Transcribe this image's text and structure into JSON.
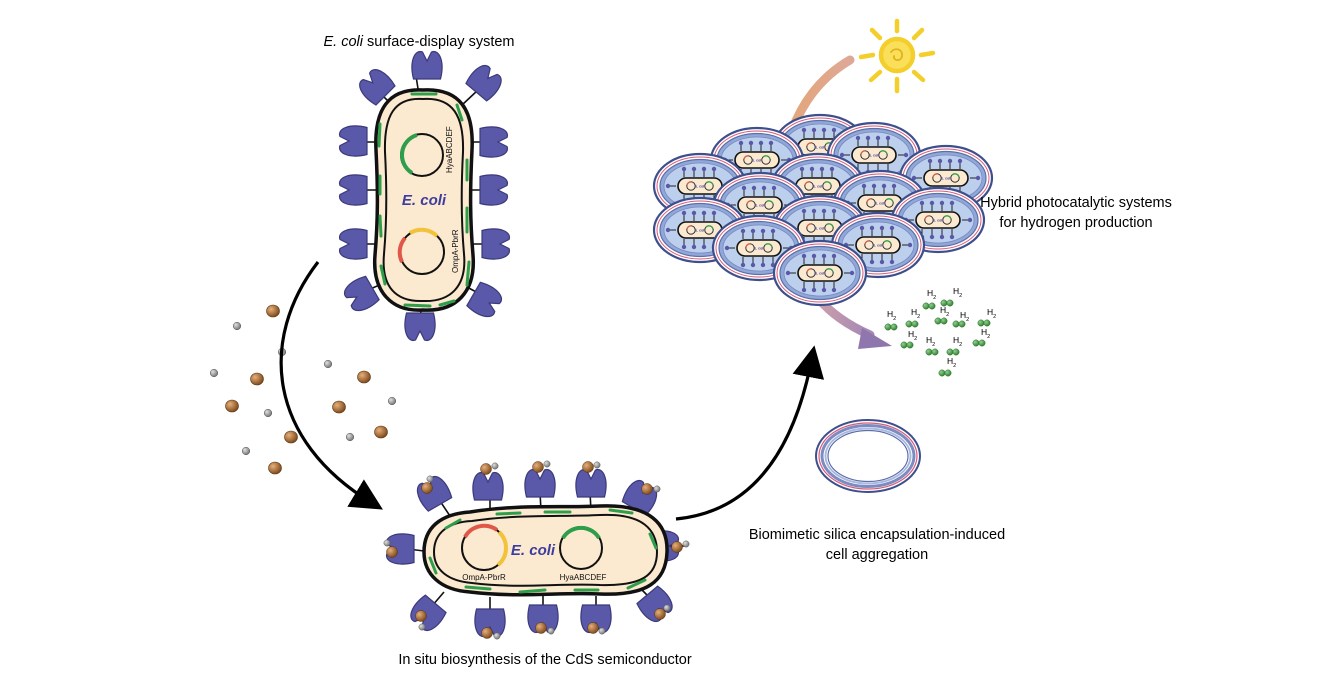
{
  "labels": {
    "top_title_italic": "E. coli",
    "top_title_rest": " surface-display system",
    "bottom_caption": "In situ biosynthesis of the CdS semiconductor",
    "hybrid_line1": "Hybrid photocatalytic systems",
    "hybrid_line2": "for hydrogen production",
    "silica_line1": "Biomimetic silica encapsulation-induced",
    "silica_line2": "cell aggregation"
  },
  "cells": {
    "top": {
      "name": "E. coli",
      "plasmid1": "HyaABCDEF",
      "plasmid2": "OmpA-PbrR"
    },
    "bottom": {
      "name": "E. coli",
      "plasmid1": "OmpA-PbrR",
      "plasmid2": "HyaABCDEF"
    }
  },
  "h2": {
    "main": "H",
    "sub": "2"
  },
  "colors": {
    "cell_fill": "#fbe9d0",
    "protein": "#5a58a8",
    "membrane_green": "#2f9e4a",
    "plasmid_red": "#e0584a",
    "plasmid_yellow": "#f2c23b",
    "cd_particle": "#a8642a",
    "s_particle": "#9a9a9a",
    "cell_name": "#3d3d9e",
    "sun": "#f4cf2c",
    "h2_dot": "#3f9a3f",
    "silica_ring": "#7c8cc0"
  }
}
